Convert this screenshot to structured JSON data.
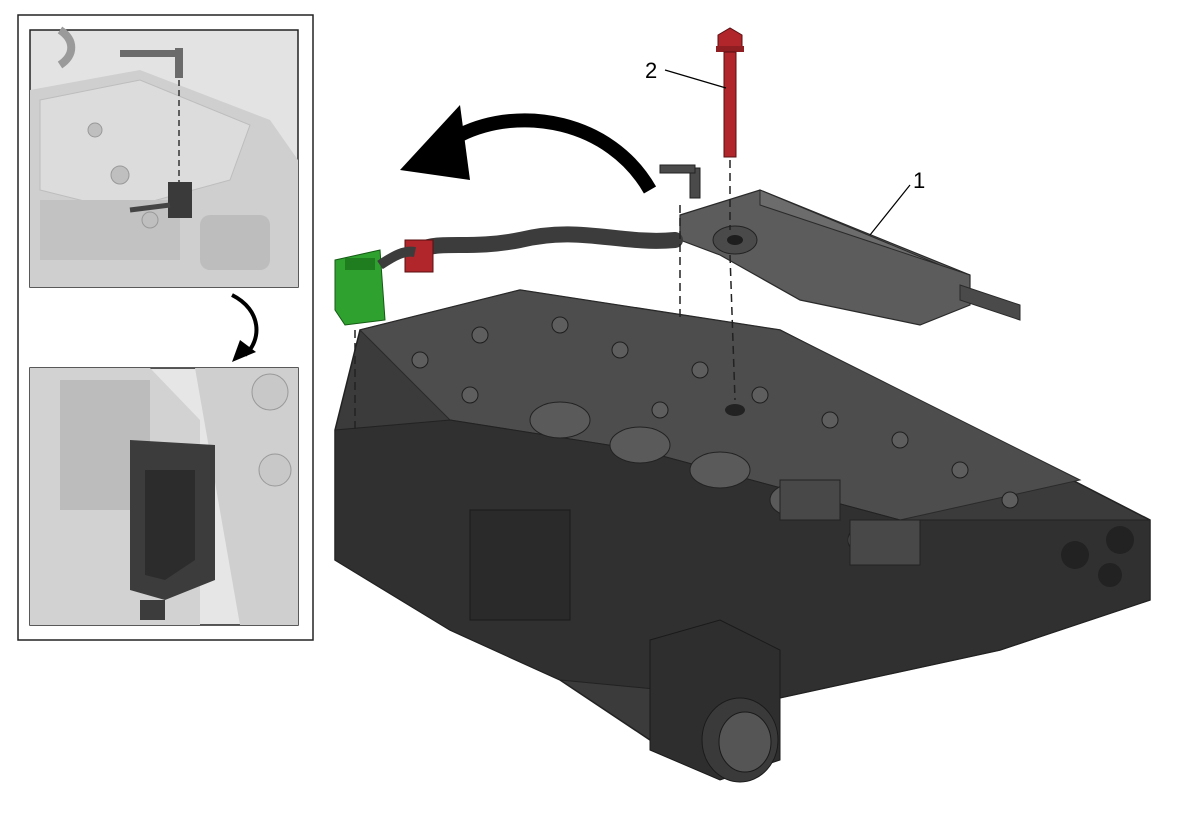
{
  "callouts": [
    {
      "label": "2",
      "part": "bolt"
    },
    {
      "label": "1",
      "part": "position-sensor-harness"
    }
  ],
  "colors": {
    "housing_dark": "#3b3b3b",
    "housing_mid": "#555555",
    "housing_light": "#6a6a6a",
    "inset_bg": "#d9d9d9",
    "bolt": "#b0262b",
    "connector": "#2fa12f",
    "arrow": "#000000"
  },
  "icons": {
    "rotate_arrow": "curved-arrow-left-icon",
    "inset_arrow": "curved-arrow-down-icon"
  }
}
